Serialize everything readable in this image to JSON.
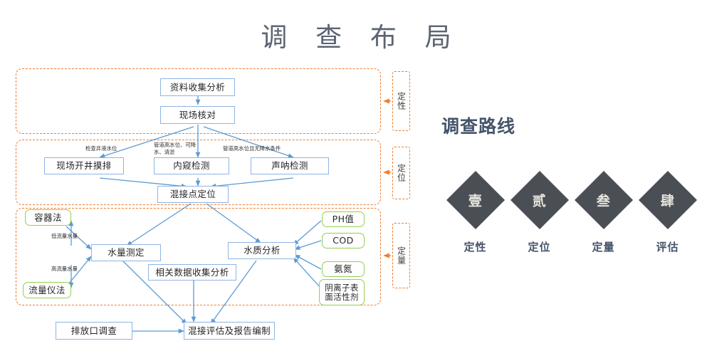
{
  "title": "调 查 布 局",
  "phases": [
    {
      "id": "phase-dingxing",
      "label": "定性"
    },
    {
      "id": "phase-dingwei",
      "label": "定位"
    },
    {
      "id": "phase-dingliang",
      "label": "定量"
    }
  ],
  "flow": {
    "stage1": {
      "data_collection": "资料收集分析",
      "site_check": "现场核对"
    },
    "stage2": {
      "edge_labels": {
        "left": "检查井液水位",
        "middle": "管道高水位、可降\n水、清淤",
        "right": "管道高水位且无降水条件"
      },
      "open_well": "现场开井摸排",
      "cctv": "内窥检测",
      "sonar": "声呐检测",
      "locate": "混接点定位"
    },
    "stage3": {
      "container_method": "容器法",
      "flowmeter_method": "流量仪法",
      "edge_low": "低流量水量",
      "edge_high": "高流量水量",
      "water_quantity": "水量测定",
      "water_quality": "水质分析",
      "related_data": "相关数据收集分析",
      "quality_items": [
        "PH值",
        "COD",
        "氨氮",
        "阴离子表\n面活性剂"
      ]
    },
    "stage4": {
      "outfall_survey": "排放口调查",
      "report": "混接评估及报告编制"
    }
  },
  "route": {
    "title": "调查路线",
    "steps": [
      {
        "numeral": "壹",
        "label": "定性"
      },
      {
        "numeral": "贰",
        "label": "定位"
      },
      {
        "numeral": "叁",
        "label": "定量"
      },
      {
        "numeral": "肆",
        "label": "评估"
      }
    ]
  },
  "colors": {
    "dashed_orange": "#ed7d31",
    "box_blue": "#8eb4e3",
    "box_green": "#92d050",
    "arrow_blue": "#5b9bd5",
    "title_gray": "#5b6472",
    "panel_navy": "#44546a",
    "diamond_fill": "#4a4f55"
  }
}
